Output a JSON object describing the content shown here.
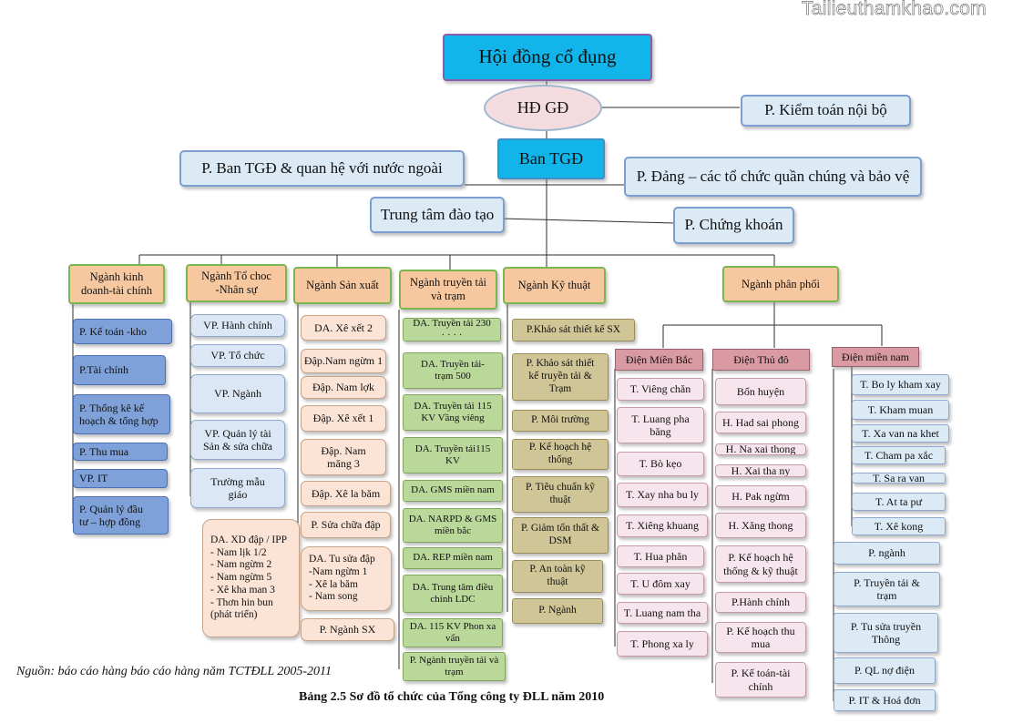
{
  "watermark": "Tailieuthamkhao.com",
  "source_note": "Nguồn: báo cáo hàng báo cáo hàng năm TCTĐLL 2005-2011",
  "caption": "Bảng 2.5 Sơ đồ tổ chức của Tổng công ty  ĐLL năm 2010",
  "top": {
    "shareholders": "Hội đồng cổ đụng",
    "board": "HĐ GĐ",
    "audit": "P. Kiểm toán nội bộ",
    "gd": "Ban TGĐ",
    "foreign": "P. Ban TGĐ & quan hệ với nước ngoài",
    "party": "P. Đảng – các tổ chức quần chúng và bảo vệ",
    "training": "Trung tâm đào tạo",
    "securities": "P. Chứng khoán"
  },
  "sectors": {
    "s1": "Ngành kinh\ndoanh-tài chính",
    "s2": "Ngành Tổ choc\n-Nhân sự",
    "s3": "Ngành Sản xuất",
    "s4": "Ngành truyền tải\nvà trạm",
    "s5": "Ngành Kỹ thuật",
    "s6": "Ngành phân phối"
  },
  "col1": [
    "P. Kế toán -kho",
    "P.Tài chính",
    "P. Thống kê kế\nhoạch & tổng hợp",
    "P. Thu mua",
    "VP. IT",
    "P. Quản lý đầu\ntư – hợp đồng"
  ],
  "col2": [
    "VP. Hành chính",
    "VP. Tổ chức",
    "VP. Ngành",
    "VP. Quản lý tài\nSản & sửa chữa",
    "Trường mẫu\ngiáo"
  ],
  "col2_plan": "DA. XD đập / IPP\n- Nam lịk 1/2\n- Nam ngừm 2\n- Nam ngừm 5\n- Xê kha man 3\n- Thơn hin bun\n(phát triển)",
  "col3": [
    "DA. Xê xết 2",
    "Đập.Nam ngừm 1",
    "Đập. Nam lợk",
    "Đập. Xê xết 1",
    "Đập. Nam\nmăng 3",
    "Đập. Xê la băm",
    "P. Sửa chữa đập",
    "DA. Tu sửa đập\n-Nam ngừm 1\n- Xê la băm\n- Nam song",
    "P. Ngành SX"
  ],
  "col4": [
    "DA. Truyền tải 230\n· · · ·",
    "DA. Truyền tải-\ntrạm 500",
    "DA. Truyền tải 115\nKV Vầng viêng",
    "DA. Truyền tải115\nKV",
    "DA. GMS miền nam",
    "DA. NARPD & GMS\nmiền bắc",
    "DA. REP miền nam",
    "DA. Trung tâm điều\nchỉnh  LDC",
    "DA. 115 KV Phon xa\nvẩn",
    "P. Ngành truyền tải và\ntrạm"
  ],
  "col5": [
    "P.Khảo sát thiết kế SX",
    "P. Khảo sát thiết\nkế truyền tải &\nTrạm",
    "P. Môi trường",
    "P. Kế hoạch hệ\nthống",
    "P. Tiêu chuẩn kỹ\nthuật",
    "P. Giảm tổn thất &\nDSM",
    "P. An toàn kỹ\nthuật",
    "P. Ngành"
  ],
  "regions": {
    "north": "Điện Miền Bắc",
    "capital": "Điện Thủ đô",
    "south": "Điện miền nam"
  },
  "north": [
    "T. Viêng chăn",
    "T. Luang pha\nbăng",
    "T. Bò kẹo",
    "T. Xay nha bu ly",
    "T. Xiêng khuang",
    "T. Hua phăn",
    "T. U đôm xay",
    "T. Luang nam tha",
    "T. Phong xa ly"
  ],
  "capital": [
    "Bốn huyện",
    "H. Had sai phong",
    "H. Na xai thong",
    "H. Xai tha ny",
    "H. Pak ngừm",
    "H. Xăng thong",
    "P. Kế hoạch hệ\nthống & kỹ thuật",
    "P.Hành chính",
    "P. Kế hoạch thu\nmua",
    "P. Kế toán-tài\nchính"
  ],
  "south_prov": [
    "T. Bo ly kham xay",
    "T. Kham muan",
    "T. Xa van na khet",
    "T. Cham pa xắc",
    "T. Sa ra van",
    "T. At ta pư",
    "T. Xê kong"
  ],
  "south_dept": [
    "P. ngành",
    "P. Truyền tải &\ntrạm",
    "P. Tu sửa truyền\nThông",
    "P. QL nợ điện",
    "P. IT & Hoá đơn"
  ]
}
